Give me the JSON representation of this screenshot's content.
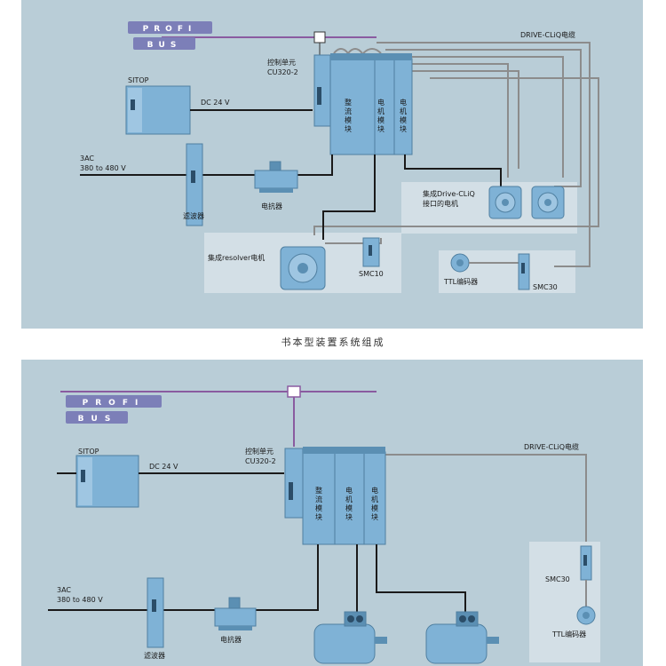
{
  "caption": "书本型装置系统组成",
  "top": {
    "profibus": [
      "PROFI",
      "BUS"
    ],
    "sitop": "SITOP",
    "dc24": "DC 24 V",
    "ctrl_line1": "控制单元",
    "ctrl_line2": "CU320-2",
    "drive_cliq": "DRIVE-CLiQ电缆",
    "rect_module": [
      "整",
      "流",
      "模",
      "块"
    ],
    "motor_module_a": [
      "电",
      "机",
      "模",
      "块"
    ],
    "motor_module_b": [
      "电",
      "机",
      "模",
      "块"
    ],
    "ac_line1": "3AC",
    "ac_line2": "380 to 480 V",
    "filter": "滤波器",
    "reactor": "电抗器",
    "dcliq_motor_line1": "集成Drive-CLiQ",
    "dcliq_motor_line2": "接口的电机",
    "resolver_motor": "集成resolver电机",
    "smc10": "SMC10",
    "ttl_encoder": "TTL编码器",
    "smc30": "SMC30"
  },
  "bottom": {
    "profibus": [
      "PROFI",
      "BUS"
    ],
    "sitop": "SITOP",
    "dc24": "DC 24 V",
    "ctrl_line1": "控制单元",
    "ctrl_line2": "CU320-2",
    "drive_cliq": "DRIVE-CLiQ电缆",
    "rect_module": [
      "整",
      "流",
      "模",
      "块"
    ],
    "motor_module_a": [
      "电",
      "机",
      "模",
      "块"
    ],
    "motor_module_b": [
      "电",
      "机",
      "模",
      "块"
    ],
    "ac_line1": "3AC",
    "ac_line2": "380 to 480 V",
    "filter": "滤波器",
    "reactor": "电抗器",
    "smc30": "SMC30",
    "ttl_encoder": "TTL编码器"
  },
  "colors": {
    "panel": "#b9cdd7",
    "module": "#7fb2d6",
    "bus": "#8a5ba0",
    "cable": "#8c8c8c",
    "line": "#1a1a1a"
  }
}
